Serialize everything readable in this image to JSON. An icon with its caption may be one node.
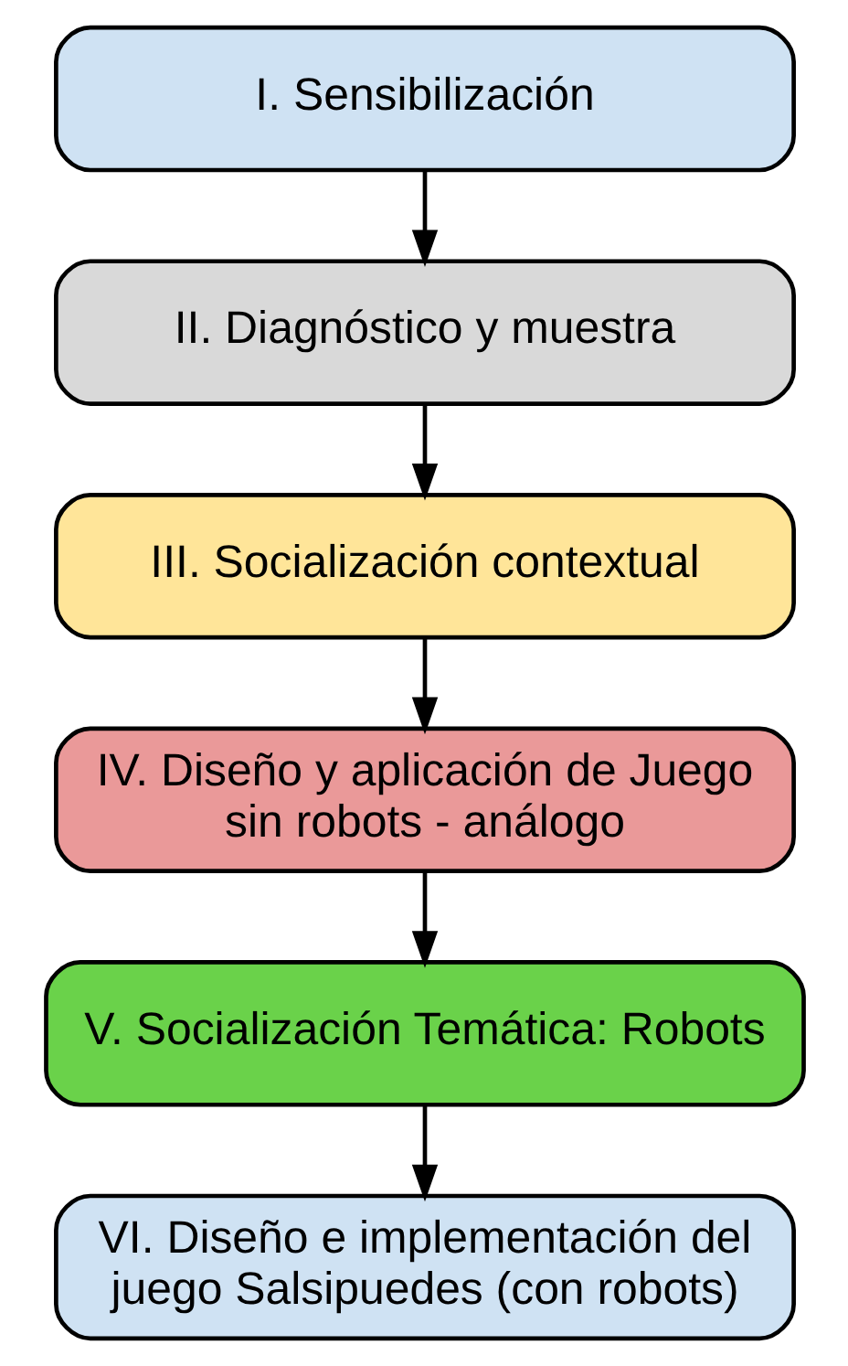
{
  "diagram": {
    "nodes": [
      {
        "text": [
          "I. Sensibilización"
        ]
      },
      {
        "text": [
          "II. Diagnóstico y muestra"
        ]
      },
      {
        "text": [
          "III. Socialización contextual"
        ]
      },
      {
        "text": [
          "IV. Diseño y aplicación de Juego sin robots - análogo"
        ]
      },
      {
        "text": [
          "V. Socialización Temática: Robots"
        ]
      },
      {
        "text": [
          "VI. Diseño e implementación del juego Salsipuedes (con robots)"
        ]
      }
    ],
    "edges": [
      {
        "from": 0,
        "to": 1,
        "arrow": "to"
      },
      {
        "from": 1,
        "to": 2,
        "arrow": "to"
      },
      {
        "from": 2,
        "to": 3,
        "arrow": "to"
      },
      {
        "from": 3,
        "to": 4,
        "arrow": "to"
      },
      {
        "from": 4,
        "to": 5,
        "arrow": "to"
      }
    ]
  }
}
